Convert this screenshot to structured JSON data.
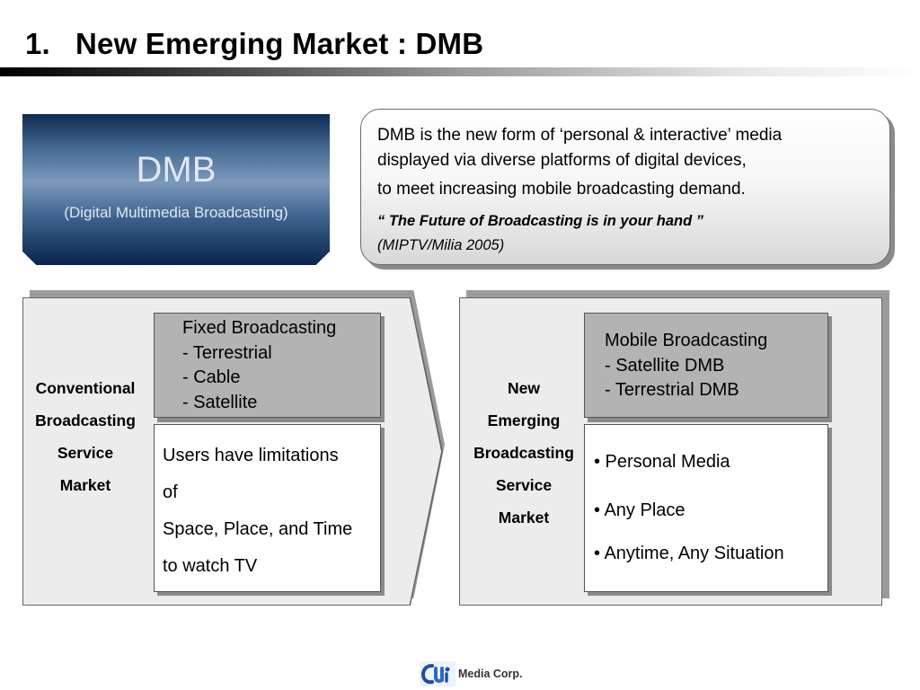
{
  "slide": {
    "title": "1.   New Emerging Market : DMB"
  },
  "dmb_box": {
    "title": "DMB",
    "subtitle": "(Digital Multimedia Broadcasting)"
  },
  "quote_box": {
    "line1": "DMB is the new form of ‘personal & interactive’ media",
    "line2": "displayed via diverse platforms of digital devices,",
    "line3": "to meet increasing mobile broadcasting demand.",
    "quote": "“ The Future of Broadcasting is in your hand ”",
    "source": "(MIPTV/Milia 2005)"
  },
  "conventional": {
    "label_lines": [
      "Conventional",
      "Broadcasting",
      "Service",
      "Market"
    ],
    "fixed_lines": [
      "Fixed Broadcasting",
      "- Terrestrial",
      "- Cable",
      "- Satellite"
    ],
    "limit_lines": [
      "Users have limitations",
      "of",
      "Space, Place, and Time",
      "to watch TV"
    ]
  },
  "new_market": {
    "label_lines": [
      "New",
      "Emerging",
      "Broadcasting",
      "Service",
      "Market"
    ],
    "mobile_lines": [
      "Mobile Broadcasting",
      "- Satellite DMB",
      "- Terrestrial DMB"
    ],
    "features": [
      "• Personal Media",
      "•  Any Place",
      "•  Anytime, Any Situation"
    ]
  },
  "logo": {
    "text": "Media Corp.",
    "icon": "cu-logo-icon",
    "color": "#1f4f9a"
  }
}
